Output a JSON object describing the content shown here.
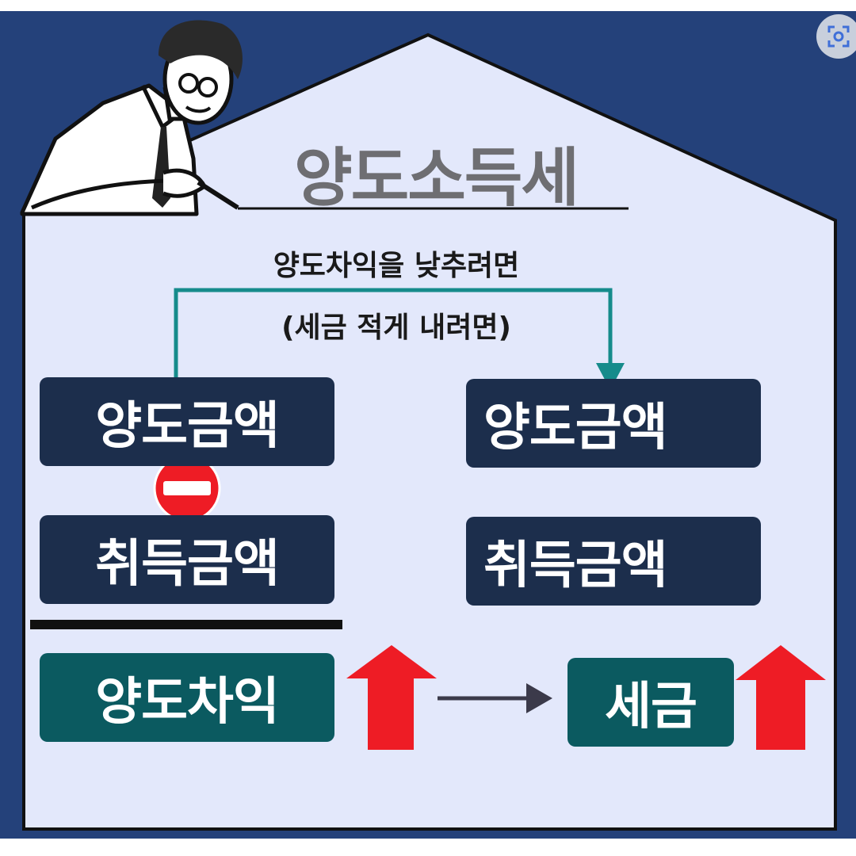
{
  "title": "양도소득세",
  "subtitle_line1": "양도차익을 낮추려면",
  "subtitle_line2": "(세금 적게 내려면)",
  "left_boxes": {
    "sale_amount": "양도금액",
    "acquisition_amount": "취득금액",
    "capital_gain": "양도차익"
  },
  "right_boxes": {
    "sale_amount": "양도금액",
    "acquisition_amount": "취득금액",
    "tax": "세금"
  },
  "icons": {
    "minus": "minus-circle-icon",
    "arrow_down": "arrow-down-icon",
    "arrow_up": "arrow-up-icon",
    "big_up": "big-up-arrow-icon",
    "right_arrow": "arrow-right-icon",
    "scan": "scan-icon"
  },
  "colors": {
    "navy_box": "#1c2e4c",
    "teal_box": "#0b5a60",
    "house_fill": "#e3e8fb",
    "background": "#24417a",
    "red": "#ee1c25",
    "yellow": "#f5c02e",
    "orange": "#e85a2a",
    "connector": "#168b8b"
  }
}
